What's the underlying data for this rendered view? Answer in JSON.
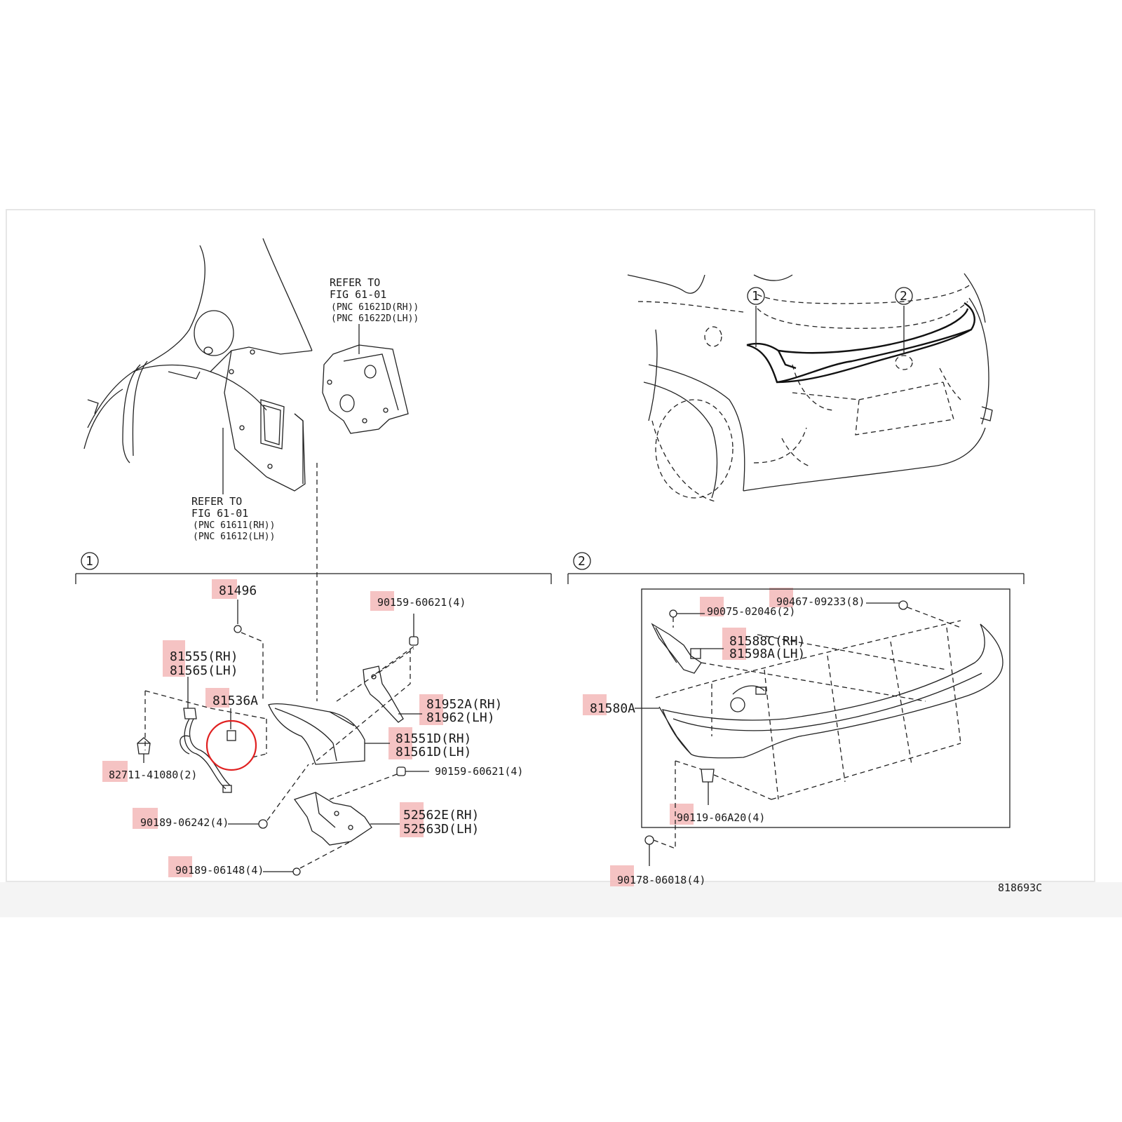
{
  "colors": {
    "highlight": "#f3b8b8",
    "circle": "#e02020",
    "line": "#222222"
  },
  "refs": {
    "upper_right": {
      "line1": "REFER TO",
      "line2": "FIG 61-01",
      "line3": "(PNC 61621D(RH))",
      "line4": "(PNC 61622D(LH))"
    },
    "lower_left": {
      "line1": "REFER TO",
      "line2": "FIG 61-01",
      "line3": "(PNC 61611(RH))",
      "line4": "(PNC 61612(LH))"
    }
  },
  "sections": {
    "s1": {
      "marker": "1"
    },
    "s2": {
      "marker": "2"
    }
  },
  "callouts": {
    "c1": "1",
    "c2": "2"
  },
  "parts": {
    "p81496": "81496",
    "p90159a": "90159-60621(4)",
    "p81555": "81555(RH)",
    "p81565": "81565(LH)",
    "p81536A": "81536A",
    "p81952A": "81952A(RH)",
    "p81962": "81962(LH)",
    "p81551D": "81551D(RH)",
    "p81561D": "81561D(LH)",
    "p82711": "82711-41080(2)",
    "p90159b": "90159-60621(4)",
    "p90189a": "90189-06242(4)",
    "p52562E": "52562E(RH)",
    "p52563D": "52563D(LH)",
    "p90189b": "90189-06148(4)",
    "p90467": "90467-09233(8)",
    "p90075": "90075-02046(2)",
    "p81588C": "81588C(RH)",
    "p81598A": "81598A(LH)",
    "p81580A": "81580A",
    "p90119": "90119-06A20(4)",
    "p90178": "90178-06018(4)"
  },
  "diagram_id": "818693C"
}
